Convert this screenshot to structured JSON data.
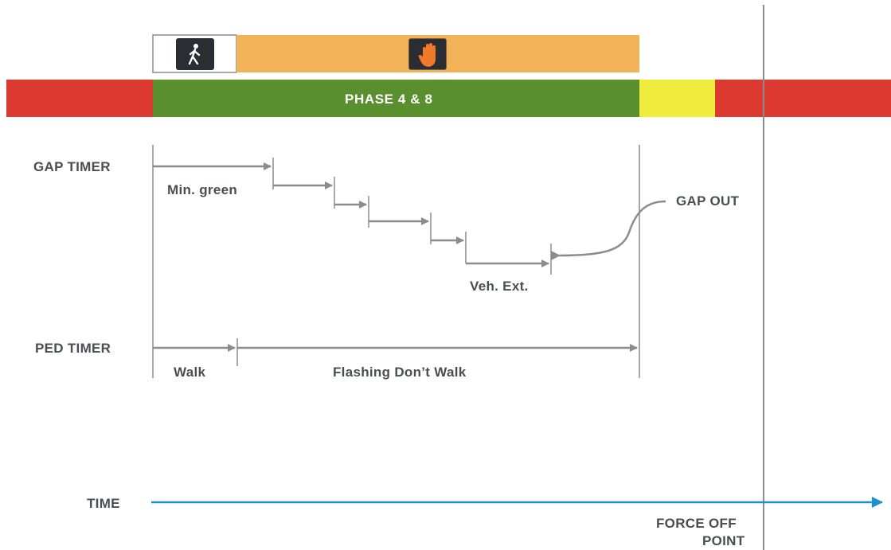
{
  "colors": {
    "red": "#dc3a30",
    "green": "#5a8f2d",
    "yellow": "#f0ec3c",
    "orange": "#f2b257",
    "gray": "#8a8c90",
    "blue": "#1f8fcf",
    "text": "#4a4e54"
  },
  "signal_bar": {
    "phase_label": "PHASE 4 & 8"
  },
  "pedestrian_bar": {
    "walk_icon": "walking-person-icon",
    "dont_walk_icon": "raised-hand-icon"
  },
  "gap_timer": {
    "label": "GAP TIMER",
    "min_green_label": "Min. green",
    "veh_ext_label": "Veh. Ext."
  },
  "gap_out": {
    "label": "GAP OUT"
  },
  "ped_timer": {
    "label": "PED TIMER",
    "walk_label": "Walk",
    "flashing_label": "Flashing Don’t Walk"
  },
  "time_axis": {
    "label": "TIME"
  },
  "force_off": {
    "line1": "FORCE OFF",
    "line2": "POINT"
  }
}
